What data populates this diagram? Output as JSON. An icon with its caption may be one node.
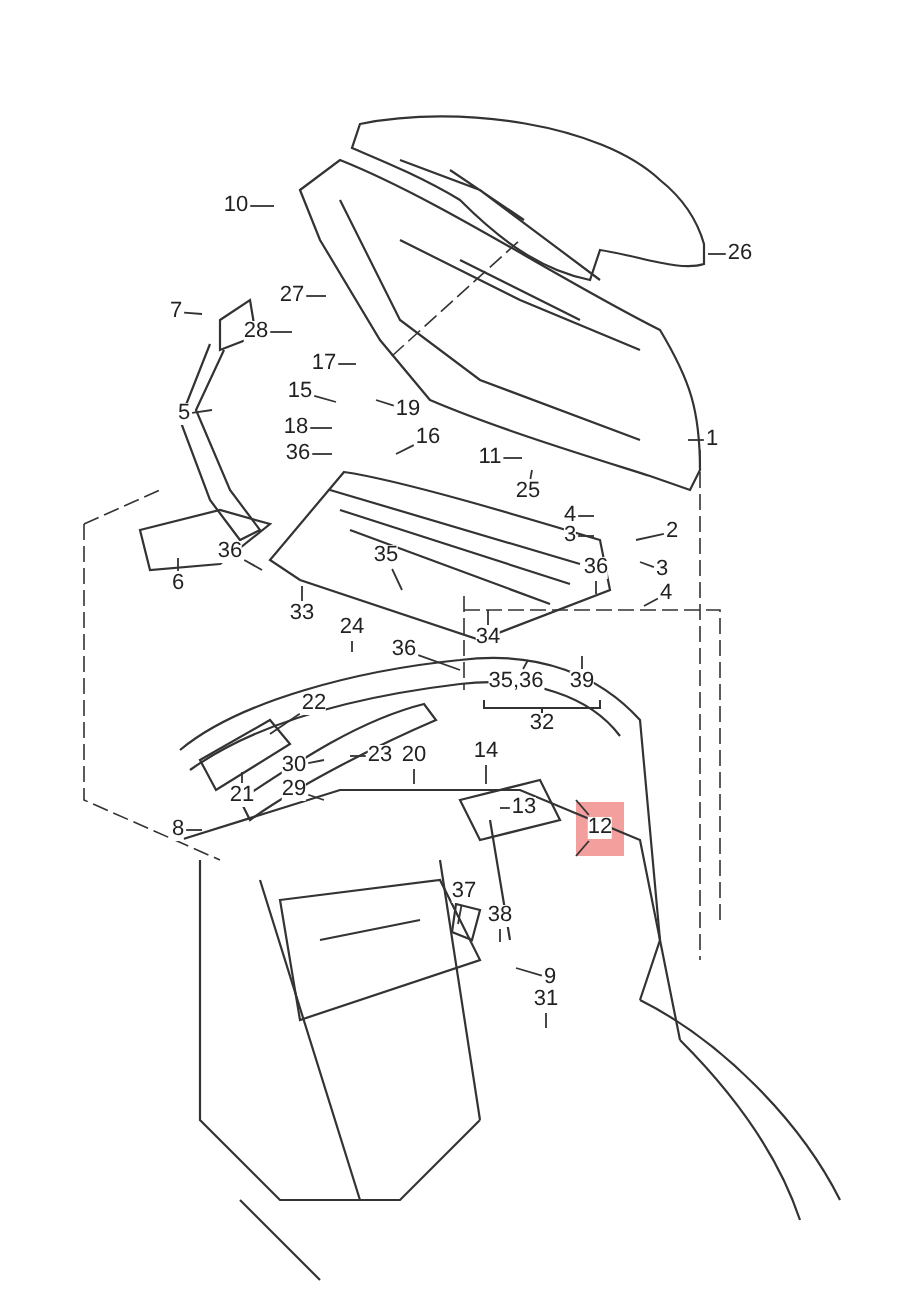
{
  "diagram": {
    "nodes": [
      {
        "text": [
          "10"
        ]
      },
      {
        "text": [
          "26"
        ]
      },
      {
        "text": [
          "7"
        ]
      },
      {
        "text": [
          "27"
        ]
      },
      {
        "text": [
          "28"
        ]
      },
      {
        "text": [
          "17"
        ]
      },
      {
        "text": [
          "15"
        ]
      },
      {
        "text": [
          "19"
        ]
      },
      {
        "text": [
          "5"
        ]
      },
      {
        "text": [
          "1"
        ]
      },
      {
        "text": [
          "16"
        ]
      },
      {
        "text": [
          "18"
        ]
      },
      {
        "text": [
          "11"
        ]
      },
      {
        "text": [
          "36"
        ]
      },
      {
        "text": [
          "25"
        ]
      },
      {
        "text": [
          "4"
        ]
      },
      {
        "text": [
          "2"
        ]
      },
      {
        "text": [
          "3"
        ]
      },
      {
        "text": [
          "6"
        ]
      },
      {
        "text": [
          "36"
        ]
      },
      {
        "text": [
          "35"
        ]
      },
      {
        "text": [
          "36"
        ]
      },
      {
        "text": [
          "3"
        ]
      },
      {
        "text": [
          "4"
        ]
      },
      {
        "text": [
          "33"
        ]
      },
      {
        "text": [
          "24"
        ]
      },
      {
        "text": [
          "34"
        ]
      },
      {
        "text": [
          "36"
        ]
      },
      {
        "text": [
          "35,36"
        ]
      },
      {
        "text": [
          "39"
        ]
      },
      {
        "text": [
          "22"
        ]
      },
      {
        "text": [
          "32"
        ]
      },
      {
        "text": [
          "23"
        ]
      },
      {
        "text": [
          "20"
        ]
      },
      {
        "text": [
          "14"
        ]
      },
      {
        "text": [
          "30"
        ]
      },
      {
        "text": [
          "29"
        ]
      },
      {
        "text": [
          "21"
        ]
      },
      {
        "text": [
          "13"
        ]
      },
      {
        "text": [
          "12"
        ]
      },
      {
        "text": [
          "8"
        ]
      },
      {
        "text": [
          "37"
        ]
      },
      {
        "text": [
          "38"
        ]
      },
      {
        "text": [
          "9"
        ]
      },
      {
        "text": [
          "31"
        ]
      }
    ],
    "edges": [
      {
        "from": 0,
        "to": null,
        "arrow": "none"
      },
      {
        "from": 1,
        "to": null,
        "arrow": "none"
      },
      {
        "from": 2,
        "to": null,
        "arrow": "none"
      },
      {
        "from": 3,
        "to": null,
        "arrow": "none"
      },
      {
        "from": 4,
        "to": null,
        "arrow": "none"
      },
      {
        "from": 5,
        "to": null,
        "arrow": "none"
      },
      {
        "from": 6,
        "to": null,
        "arrow": "none"
      },
      {
        "from": 7,
        "to": null,
        "arrow": "none"
      },
      {
        "from": 8,
        "to": null,
        "arrow": "none"
      },
      {
        "from": 9,
        "to": null,
        "arrow": "none"
      },
      {
        "from": 10,
        "to": null,
        "arrow": "none"
      },
      {
        "from": 11,
        "to": null,
        "arrow": "none"
      },
      {
        "from": 12,
        "to": null,
        "arrow": "none"
      },
      {
        "from": 13,
        "to": null,
        "arrow": "none"
      },
      {
        "from": 14,
        "to": null,
        "arrow": "none"
      },
      {
        "from": 15,
        "to": null,
        "arrow": "none"
      },
      {
        "from": 16,
        "to": null,
        "arrow": "none"
      },
      {
        "from": 17,
        "to": null,
        "arrow": "none"
      },
      {
        "from": 18,
        "to": null,
        "arrow": "none"
      },
      {
        "from": 19,
        "to": null,
        "arrow": "none"
      },
      {
        "from": 20,
        "to": null,
        "arrow": "none"
      },
      {
        "from": 21,
        "to": null,
        "arrow": "none"
      },
      {
        "from": 22,
        "to": null,
        "arrow": "none"
      },
      {
        "from": 23,
        "to": null,
        "arrow": "none"
      },
      {
        "from": 24,
        "to": null,
        "arrow": "none"
      },
      {
        "from": 25,
        "to": null,
        "arrow": "none"
      },
      {
        "from": 26,
        "to": null,
        "arrow": "none"
      },
      {
        "from": 27,
        "to": null,
        "arrow": "none"
      },
      {
        "from": 28,
        "to": null,
        "arrow": "none"
      },
      {
        "from": 29,
        "to": null,
        "arrow": "none"
      },
      {
        "from": 30,
        "to": null,
        "arrow": "none"
      },
      {
        "from": 32,
        "to": null,
        "arrow": "none"
      },
      {
        "from": 33,
        "to": null,
        "arrow": "none"
      },
      {
        "from": 34,
        "to": null,
        "arrow": "none"
      },
      {
        "from": 35,
        "to": null,
        "arrow": "none"
      },
      {
        "from": 36,
        "to": null,
        "arrow": "none"
      },
      {
        "from": 37,
        "to": null,
        "arrow": "none"
      },
      {
        "from": 38,
        "to": null,
        "arrow": "none"
      },
      {
        "from": 39,
        "to": null,
        "arrow": "none"
      },
      {
        "from": 39,
        "to": null,
        "arrow": "none"
      },
      {
        "from": 40,
        "to": null,
        "arrow": "none"
      },
      {
        "from": 41,
        "to": null,
        "arrow": "none"
      },
      {
        "from": 42,
        "to": null,
        "arrow": "none"
      },
      {
        "from": 43,
        "to": null,
        "arrow": "none"
      },
      {
        "from": 44,
        "to": null,
        "arrow": "none"
      }
    ]
  }
}
